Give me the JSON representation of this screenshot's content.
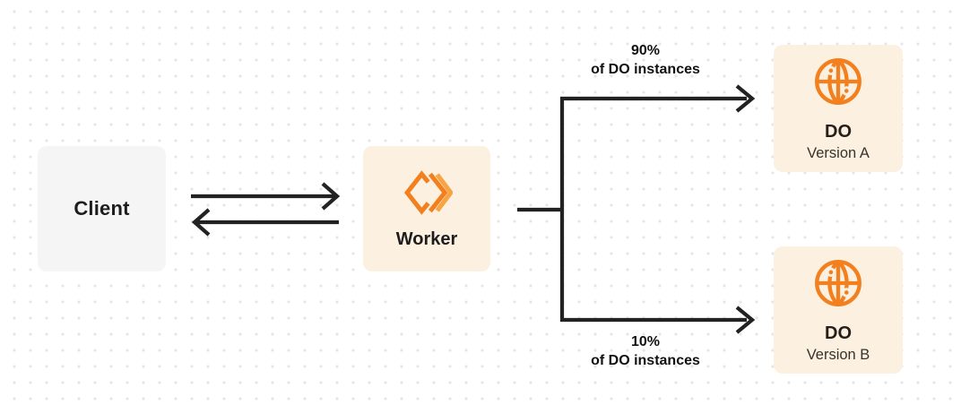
{
  "colors": {
    "background": "#ffffff",
    "dot_grid": "#e6e6e6",
    "client_box_fill": "#f5f5f6",
    "orange_box_fill": "#fcf0e0",
    "brand_orange": "#f2801f",
    "brand_orange_light": "#f8a344",
    "connector_line": "#222222",
    "text_primary": "#1d1d1d",
    "text_secondary": "#37332c"
  },
  "nodes": {
    "client": {
      "label": "Client"
    },
    "worker": {
      "label": "Worker"
    },
    "do_a": {
      "title": "DO",
      "subtitle": "Version A"
    },
    "do_b": {
      "title": "DO",
      "subtitle": "Version B"
    }
  },
  "branches": {
    "top": {
      "percent": "90%",
      "caption": "of DO instances"
    },
    "bottom": {
      "percent": "10%",
      "caption": "of DO instances"
    }
  },
  "icons": {
    "worker": "cloudflare-workers-icon",
    "durable_object": "globe-icon"
  }
}
